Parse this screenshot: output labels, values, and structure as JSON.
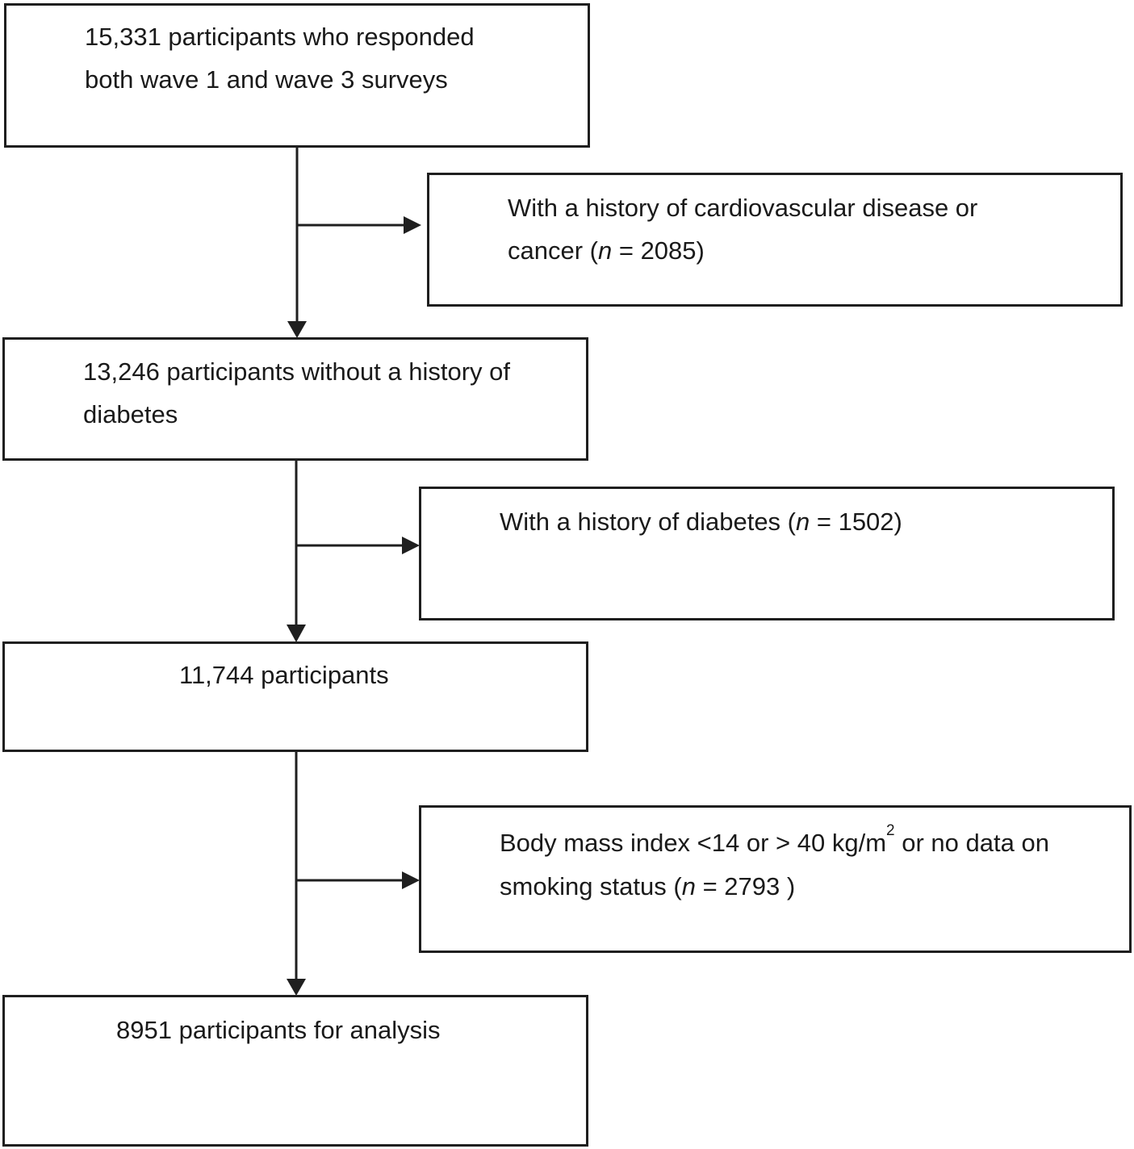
{
  "flowchart": {
    "step1": {
      "line1": "15,331 participants who responded",
      "line2": "both wave 1 and wave 3 surveys"
    },
    "exclusion1": {
      "line1": "With a history of cardiovascular disease or",
      "line2_prefix": "cancer (",
      "n_label": "n",
      "line2_suffix": " = 2085)"
    },
    "step2": {
      "line1": "13,246 participants without a history of",
      "line2": "diabetes"
    },
    "exclusion2": {
      "line1_prefix": "With a history of diabetes (",
      "n_label": "n",
      "line1_suffix": " = 1502)"
    },
    "step3": {
      "line1": "11,744 participants"
    },
    "exclusion3": {
      "line1_prefix": "Body mass index <14 or > 40 kg/m",
      "superscript": "2",
      "line1_suffix": " or no data on",
      "line2_prefix": "smoking status (",
      "n_label": "n",
      "line2_suffix": " = 2793 )"
    },
    "step4": {
      "line1": "8951 participants for analysis"
    }
  },
  "colors": {
    "line": "#1f1f1f",
    "text": "#1a1a1a",
    "background": "#ffffff"
  }
}
